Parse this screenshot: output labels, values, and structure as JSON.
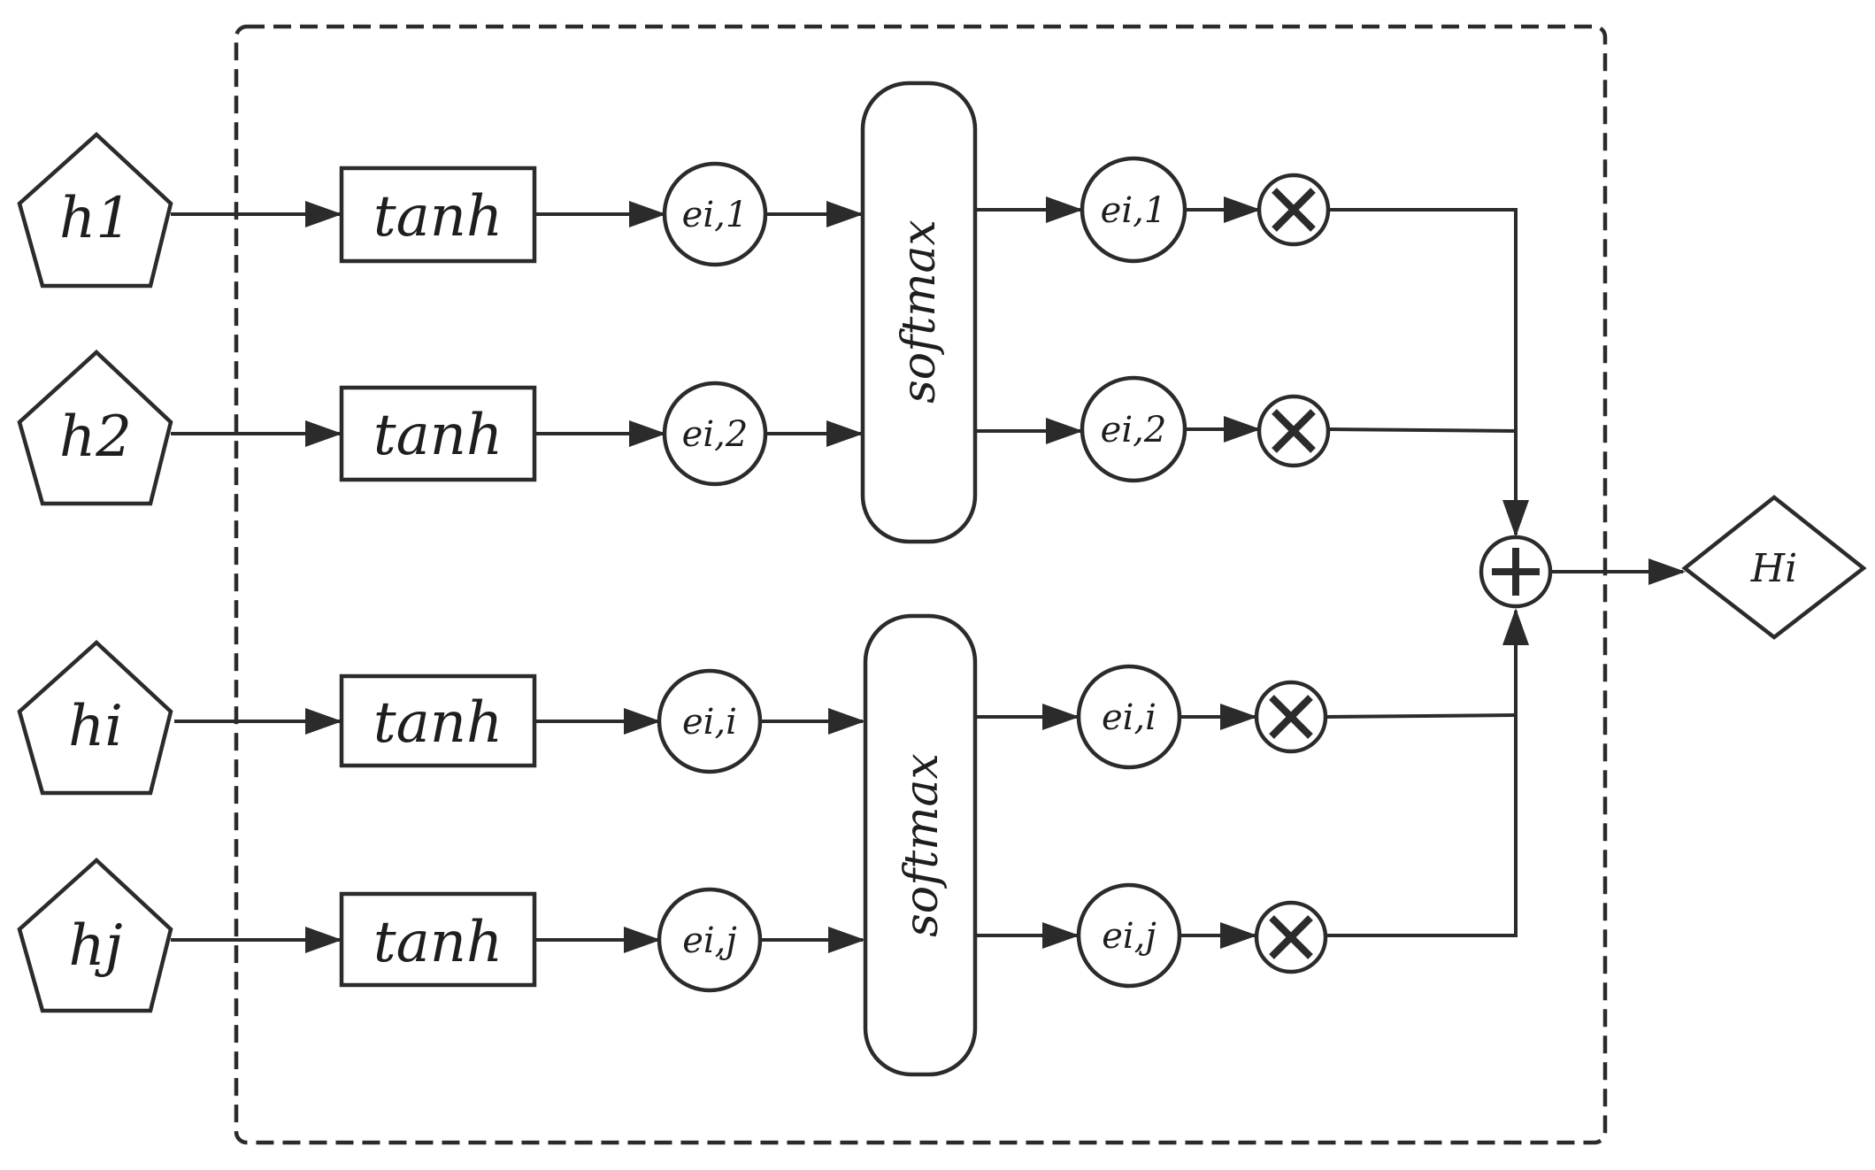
{
  "inputs": [
    {
      "label": "h1"
    },
    {
      "label": "h2"
    },
    {
      "label": "hi"
    },
    {
      "label": "hj"
    }
  ],
  "tanh_label": "tanh",
  "scores_left": [
    {
      "label": "ei,1"
    },
    {
      "label": "ei,2"
    },
    {
      "label": "ei,i"
    },
    {
      "label": "ei,j"
    }
  ],
  "softmax_label": "softmax",
  "scores_right": [
    {
      "label": "ei,1"
    },
    {
      "label": "ei,2"
    },
    {
      "label": "ei,i"
    },
    {
      "label": "ei,j"
    }
  ],
  "output": {
    "label": "Hi"
  },
  "colors": {
    "stroke": "#2b2b2b",
    "background": "#ffffff"
  }
}
